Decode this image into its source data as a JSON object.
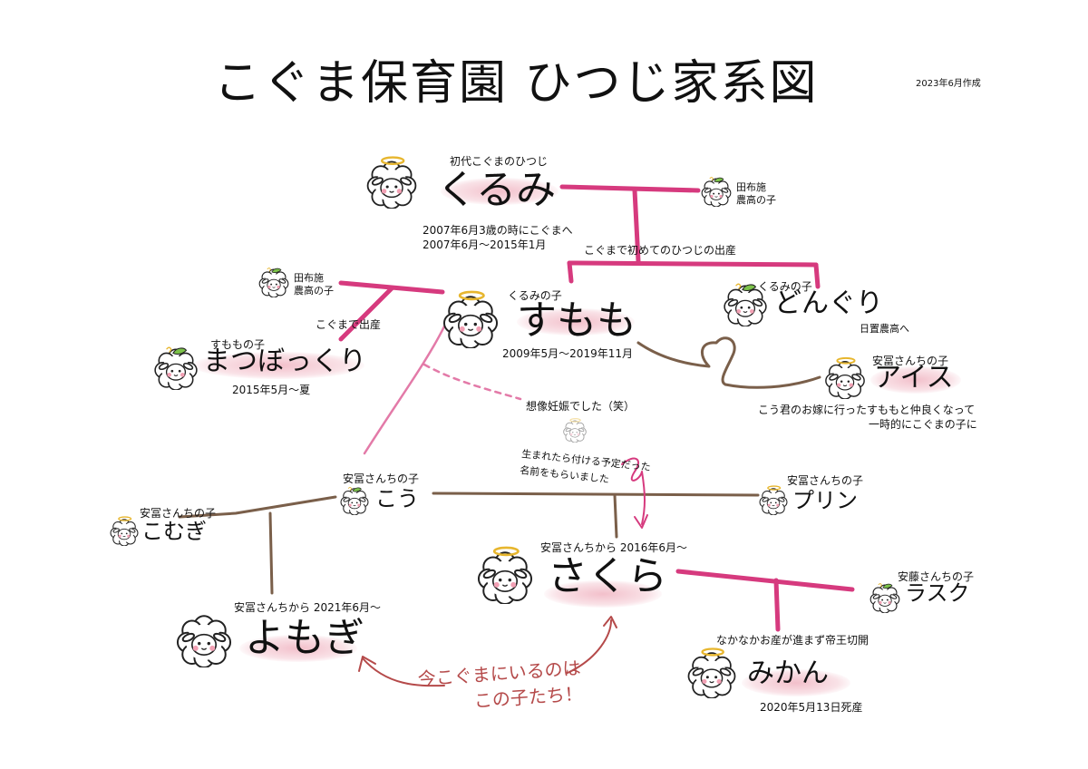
{
  "title": "こぐま保育園  ひつじ家系図",
  "created": "2023年6月作成",
  "colors": {
    "pink": "#d63a7e",
    "brown": "#7a5f4a",
    "light_pink": "#e37aa8",
    "red_text": "#b54a4a",
    "halo": "#e7b62e",
    "leaf": "#7cc24a"
  },
  "members": {
    "kurumi": {
      "name": "くるみ",
      "label": "初代こぐまのひつじ",
      "note1": "2007年6月3歳の時にこぐまへ",
      "note2": "2007年6月～2015年1月"
    },
    "tabuse1": {
      "line1": "田布施",
      "line2": "農高の子"
    },
    "sumomo": {
      "name": "すもも",
      "label": "くるみの子",
      "note": "2009年5月～2019年11月"
    },
    "donguri": {
      "name": "どんぐり",
      "label": "くるみの子",
      "note": "日置農高へ"
    },
    "tabuse2": {
      "line1": "田布施",
      "line2": "農高の子"
    },
    "matsubokkuri": {
      "name": "まつぼっくり",
      "label": "すももの子",
      "note": "2015年5月～夏"
    },
    "ice": {
      "name": "アイス",
      "label": "安冨さんちの子",
      "note1": "こう君のお嫁に行ったすももと仲良くなって",
      "note2": "一時的にこぐまの子に"
    },
    "kou": {
      "name": "こう",
      "label": "安冨さんちの子"
    },
    "purin": {
      "name": "プリン",
      "label": "安冨さんちの子"
    },
    "komugi": {
      "name": "こむぎ",
      "label": "安冨さんちの子"
    },
    "sakura": {
      "name": "さくら",
      "label": "安冨さんちから  2016年6月～"
    },
    "yomogi": {
      "name": "よもぎ",
      "label": "安冨さんちから  2021年6月～"
    },
    "rusk": {
      "name": "ラスク",
      "label": "安藤さんちの子"
    },
    "mikan": {
      "name": "みかん",
      "label": "なかなかお産が進まず帝王切開",
      "note": "2020年5月13日死産"
    }
  },
  "annotations": {
    "first_birth": "こぐまで初めてのひつじの出産",
    "born_here": "こぐまで出産",
    "imaginary": "想像妊娠でした（笑）",
    "name_note1": "生まれたら付ける予定だった",
    "name_note2": "名前をもらいました",
    "now1": "今こぐまにいるのは",
    "now2": "この子たち！"
  },
  "icons": [
    "sheep-angel-icon",
    "sheep-leaf-icon",
    "halo-icon",
    "heart-loop-icon"
  ]
}
